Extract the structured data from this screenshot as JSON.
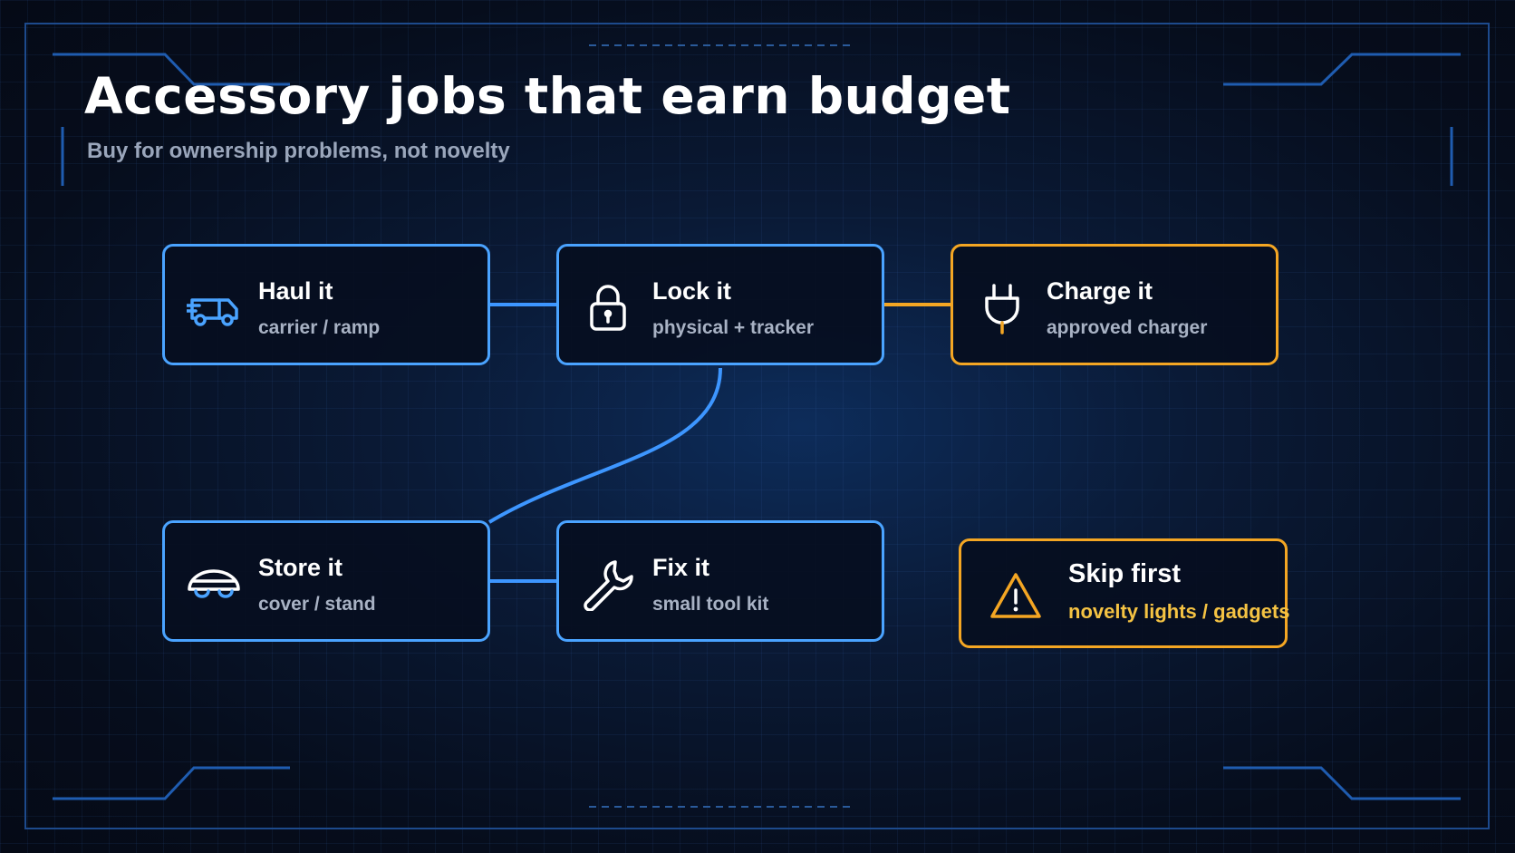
{
  "header": {
    "title": "Accessory jobs that earn budget",
    "subtitle": "Buy for ownership problems, not novelty"
  },
  "colors": {
    "blue": "#4aa3ff",
    "orange": "#f4a623",
    "warn_text": "#f5c343"
  },
  "nodes": [
    {
      "id": "haul",
      "label": "Haul it",
      "sub": "carrier / ramp",
      "icon": "truck-icon",
      "accent": "blue"
    },
    {
      "id": "lock",
      "label": "Lock it",
      "sub": "physical + tracker",
      "icon": "padlock-icon",
      "accent": "blue"
    },
    {
      "id": "charge",
      "label": "Charge it",
      "sub": "approved charger",
      "icon": "plug-icon",
      "accent": "orange"
    },
    {
      "id": "store",
      "label": "Store it",
      "sub": "cover / stand",
      "icon": "cover-icon",
      "accent": "blue"
    },
    {
      "id": "fix",
      "label": "Fix it",
      "sub": "small tool kit",
      "icon": "wrench-icon",
      "accent": "blue"
    },
    {
      "id": "skip",
      "label": "Skip first",
      "sub": "novelty lights / gadgets",
      "icon": "warning-icon",
      "accent": "orange"
    }
  ],
  "edges": [
    {
      "from": "haul",
      "to": "lock",
      "color": "blue"
    },
    {
      "from": "lock",
      "to": "charge",
      "color": "orange"
    },
    {
      "from": "lock",
      "to": "store",
      "color": "blue"
    },
    {
      "from": "store",
      "to": "fix",
      "color": "blue"
    }
  ]
}
